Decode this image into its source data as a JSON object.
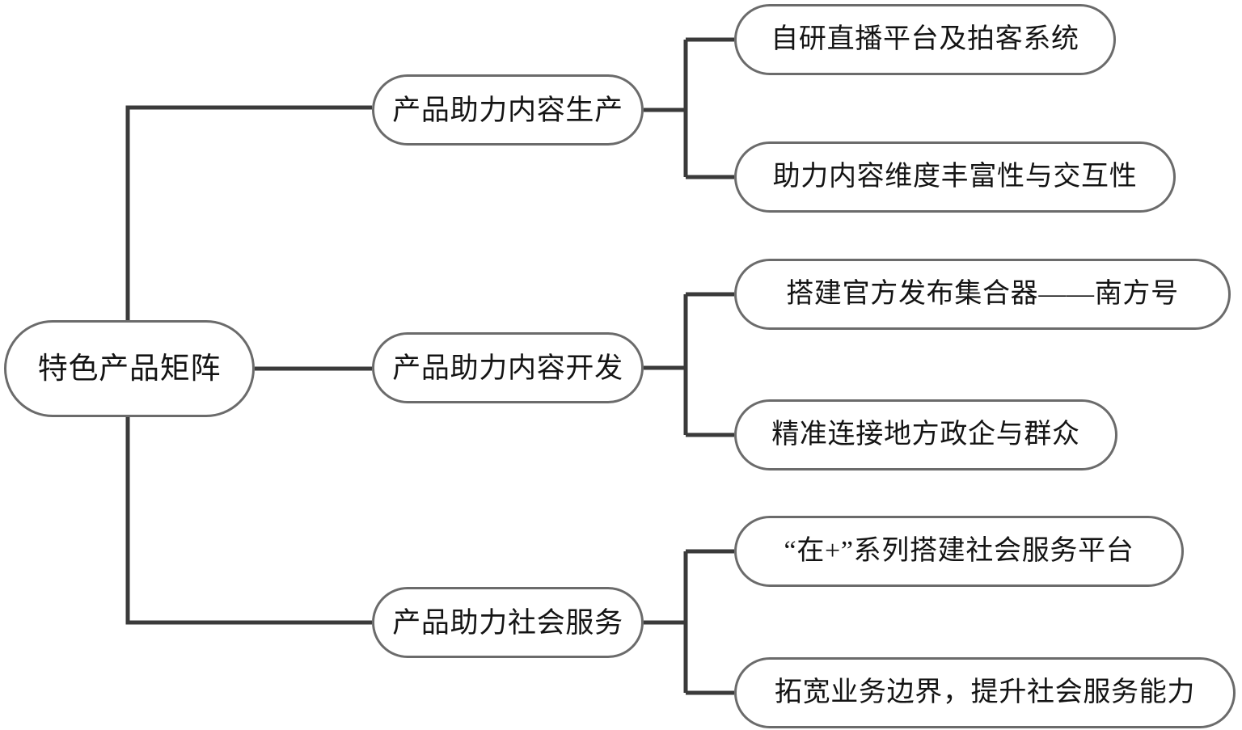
{
  "diagram": {
    "title": "特色产品矩阵",
    "type": "mindmap-tree",
    "orientation": "left-to-right",
    "colors": {
      "node_border": "#6b6b6b",
      "connector": "#3a3a3a",
      "text": "#141414",
      "background": "#ffffff"
    },
    "root": {
      "label": "特色产品矩阵"
    },
    "branches": [
      {
        "label": "产品助力内容生产",
        "children": [
          {
            "label": "自研直播平台及拍客系统"
          },
          {
            "label": "助力内容维度丰富性与交互性"
          }
        ]
      },
      {
        "label": "产品助力内容开发",
        "children": [
          {
            "label": "搭建官方发布集合器——南方号"
          },
          {
            "label": "精准连接地方政企与群众"
          }
        ]
      },
      {
        "label": "产品助力社会服务",
        "children": [
          {
            "label": "“在+”系列搭建社会服务平台"
          },
          {
            "label": "拓宽业务边界，提升社会服务能力"
          }
        ]
      }
    ]
  }
}
